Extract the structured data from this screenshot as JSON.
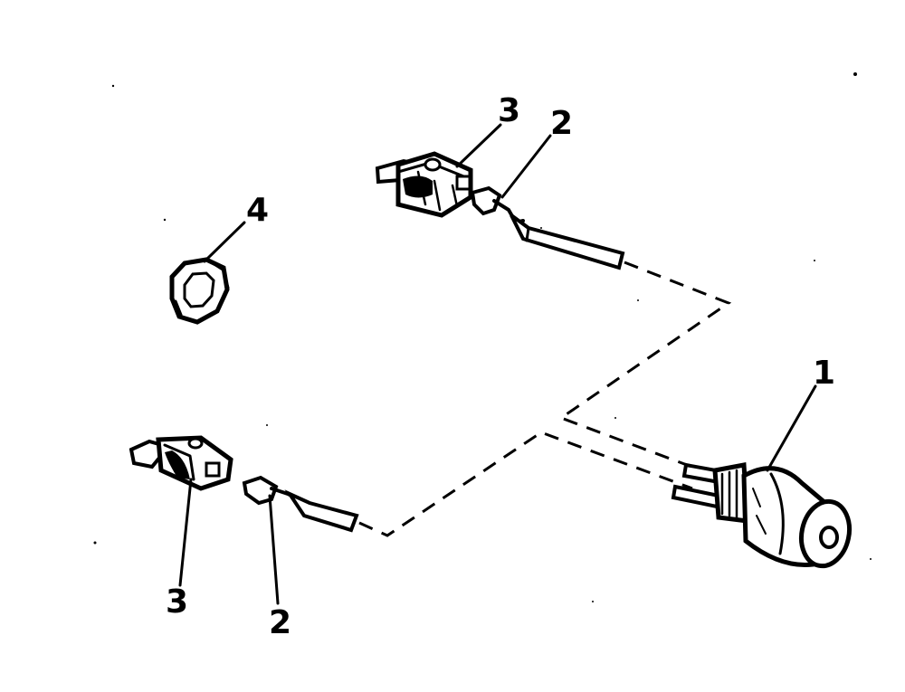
{
  "diagram": {
    "type": "exploded-parts-diagram",
    "callouts": {
      "part_1": "1",
      "part_2_upper": "2",
      "part_2_lower": "2",
      "part_3_upper": "3",
      "part_3_lower": "3",
      "part_4": "4"
    },
    "colors": {
      "ink": "#000000",
      "paper": "#ffffff"
    }
  }
}
